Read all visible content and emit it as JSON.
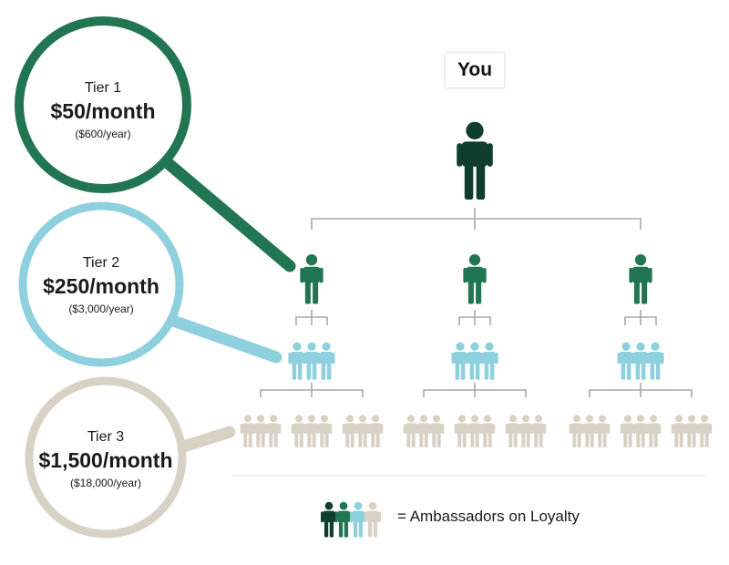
{
  "header": {
    "you_label": "You"
  },
  "tiers": [
    {
      "name": "Tier 1",
      "monthly": "$50/month",
      "yearly": "($600/year)",
      "color": "#217552"
    },
    {
      "name": "Tier 2",
      "monthly": "$250/month",
      "yearly": "($3,000/year)",
      "color": "#8fd0df"
    },
    {
      "name": "Tier 3",
      "monthly": "$1,500/month",
      "yearly": "($18,000/year)",
      "color": "#d8d2c5"
    }
  ],
  "colors": {
    "you": "#0f3d2e",
    "tier1": "#217552",
    "tier2": "#8fd0df",
    "tier3": "#d8d2c5",
    "lines": "#a8a8a8"
  },
  "legend": {
    "text": "= Ambassadors on Loyalty",
    "icon_colors": [
      "#0f3d2e",
      "#217552",
      "#8fd0df",
      "#d8d2c5"
    ]
  },
  "tree": {
    "tier1_count": 3,
    "tier2_groups": 3,
    "tier3_groups": 9
  }
}
